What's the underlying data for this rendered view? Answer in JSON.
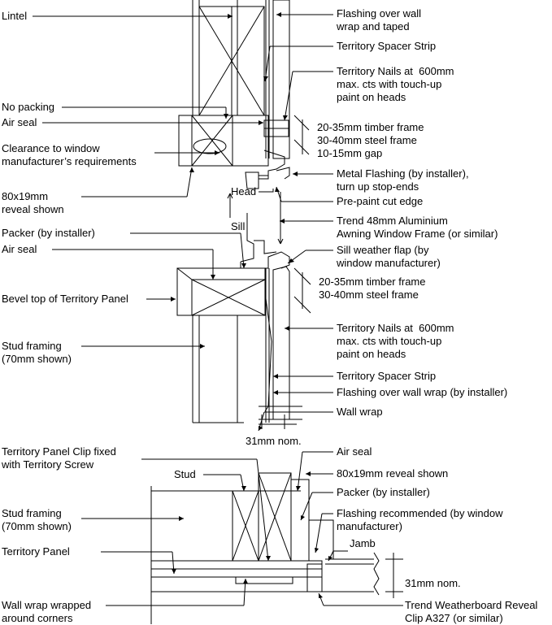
{
  "labels": {
    "lintel": "Lintel",
    "flashing_over_wall_top": "Flashing over wall\nwrap and taped",
    "spacer_strip_top": "Territory Spacer Strip",
    "nails_top": "Territory Nails at  600mm\nmax. cts with touch-up\npaint on heads",
    "no_packing": "No packing",
    "air_seal_top": "Air seal",
    "clearance": "Clearance to window\nmanufacturer’s requirements",
    "frame_dims_top": "20-35mm timber frame\n30-40mm steel frame\n10-15mm gap",
    "metal_flashing": "Metal Flashing (by installer),\nturn up stop-ends",
    "head": "Head",
    "reveal_top": "80x19mm\nreveal shown",
    "pre_paint": "Pre-paint cut edge",
    "sill": "Sill",
    "trend_awning": "Trend 48mm Aluminium\nAwning Window Frame (or similar)",
    "packer_top": "Packer (by installer)",
    "air_seal_mid": "Air seal",
    "sill_flap": "Sill weather flap (by\nwindow manufacturer)",
    "frame_dims_mid": "20-35mm timber frame\n30-40mm steel frame",
    "bevel": "Bevel top of Territory Panel",
    "stud_framing_top": "Stud framing\n(70mm shown)",
    "nails_mid": "Territory Nails at  600mm\nmax. cts with touch-up\npaint on heads",
    "spacer_strip_mid": "Territory Spacer Strip",
    "flashing_over_wall_mid": "Flashing over wall wrap (by installer)",
    "wall_wrap": "Wall wrap",
    "nom_31_top": "31mm nom.",
    "panel_clip": "Territory Panel Clip fixed\nwith Territory Screw",
    "air_seal_bot": "Air seal",
    "stud": "Stud",
    "reveal_bot": "80x19mm reveal shown",
    "packer_bot": "Packer (by installer)",
    "stud_framing_bot": "Stud framing\n(70mm shown)",
    "flashing_recommended": "Flashing recommended (by window\nmanufacturer)",
    "jamb": "Jamb",
    "territory_panel": "Territory Panel",
    "nom_31_bot": "31mm nom.",
    "wall_wrap_corners": "Wall wrap wrapped\naround corners",
    "trend_reveal_clip": "Trend Weatherboard Reveal\nClip A327 (or similar)"
  }
}
